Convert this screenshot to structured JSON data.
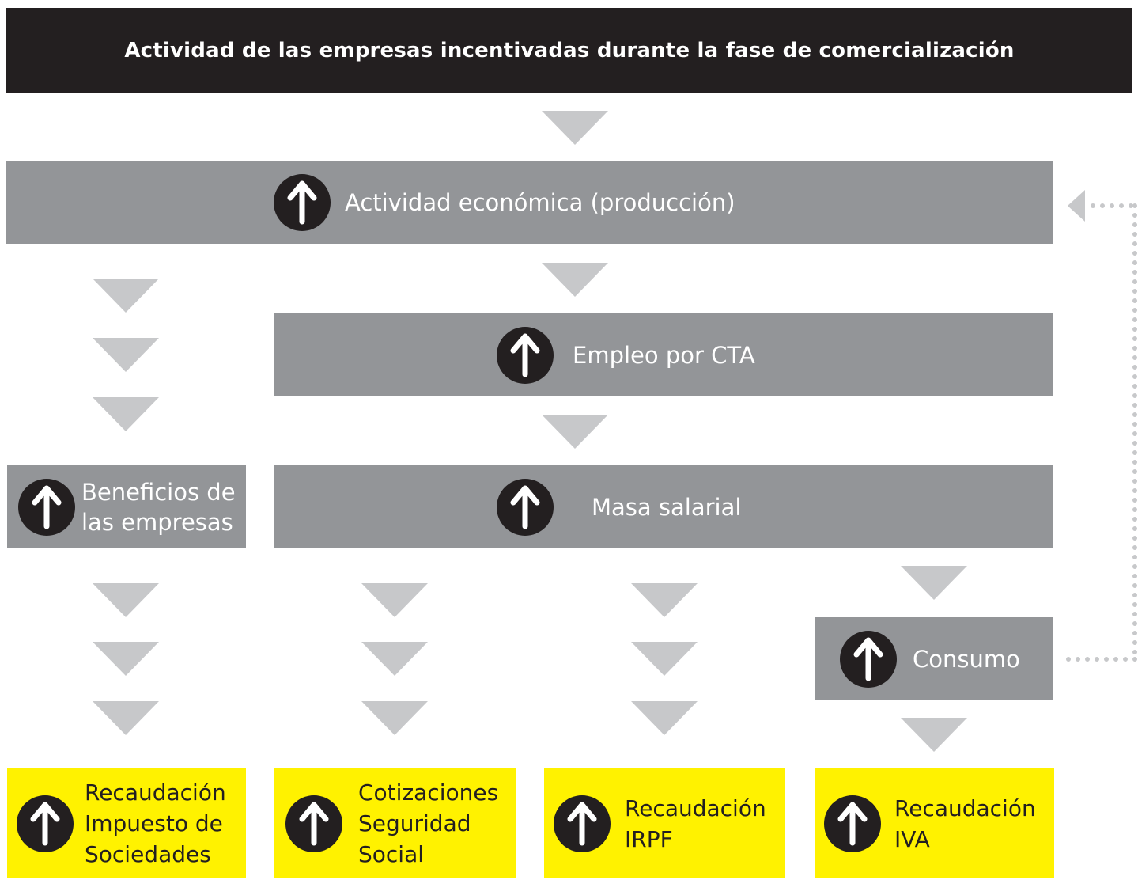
{
  "diagram": {
    "title": "Actividad de las empresas incentivadas durante la fase de comercialización",
    "nodes": {
      "actividad": "Actividad económica (producción)",
      "empleo": "Empleo por CTA",
      "beneficios": [
        "Beneficios de",
        "las empresas"
      ],
      "masa": "Masa salarial",
      "consumo": "Consumo",
      "sociedades": [
        "Recaudación",
        "Impuesto de",
        "Sociedades"
      ],
      "cotizaciones": [
        "Cotizaciones",
        "Seguridad",
        "Social"
      ],
      "irpf": [
        "Recaudación",
        "IRPF"
      ],
      "iva": [
        "Recaudación",
        "IVA"
      ]
    },
    "icons": {
      "increase": "arrow-up-icon",
      "flow": "triangle-down-icon",
      "feedback": "dotted-arrow-left-icon"
    },
    "colors": {
      "header": "#231f20",
      "box": "#939598",
      "result": "#fff200",
      "arrow": "#c7c8ca",
      "icon": "#231f20"
    }
  }
}
